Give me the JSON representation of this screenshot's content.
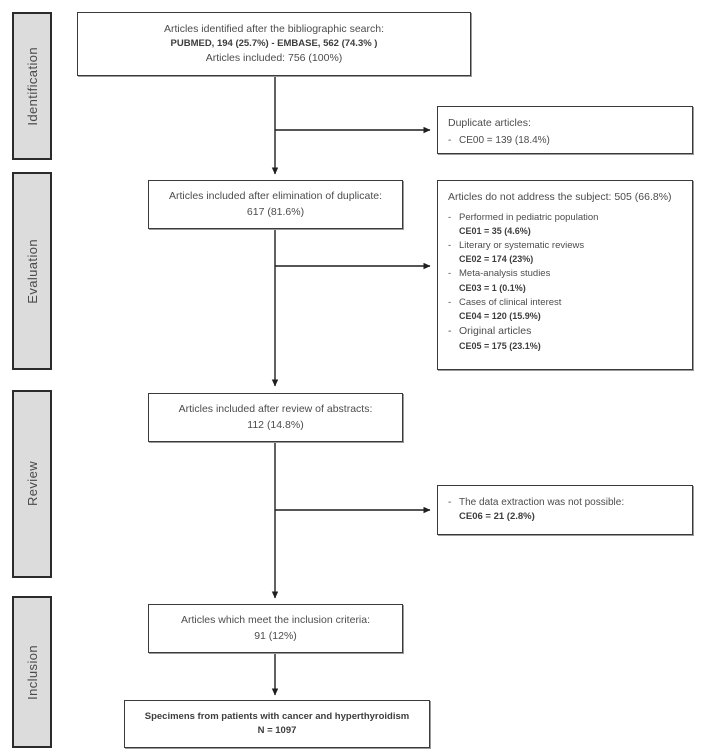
{
  "diagram": {
    "title": "PRISMA study selection flow diagram",
    "stages": [
      {
        "id": "identification",
        "label": "Identification"
      },
      {
        "id": "evaluation",
        "label": "Evaluation"
      },
      {
        "id": "review",
        "label": "Review"
      },
      {
        "id": "inclusion",
        "label": "Inclusion"
      }
    ],
    "boxes": {
      "identified": {
        "lines": [
          "Articles identified after the bibliographic search:",
          "PUBMED, 194 (25.7%) - EMBASE, 562 (74.3% )",
          "Articles included: 756 (100%)"
        ]
      },
      "duplicates": {
        "heading": "Duplicate articles:",
        "items": [
          {
            "dash": "-",
            "text": "CE00 = 139 (18.4%)"
          }
        ]
      },
      "after_duplicates": {
        "lines": [
          "Articles included after elimination of duplicate:",
          "617 (81.6%)"
        ]
      },
      "not_address_subject": {
        "heading": "Articles do not address the subject: 505 (66.8%)",
        "reasons": [
          {
            "dash": "-",
            "title": "Performed in pediatric population",
            "code": "CE01 = 35 (4.6%)"
          },
          {
            "dash": "-",
            "title": "Literary or systematic reviews",
            "code": "CE02 = 174 (23%)"
          },
          {
            "dash": "-",
            "title": "Meta-analysis studies",
            "code": "CE03 = 1 (0.1%)"
          },
          {
            "dash": "-",
            "title": "Cases of clinical interest",
            "code": "CE04 = 120 (15.9%)"
          },
          {
            "dash": "-",
            "title": "Original articles",
            "code": "CE05 = 175 (23.1%)"
          }
        ]
      },
      "after_abstracts": {
        "lines": [
          "Articles included after review of abstracts:",
          "112 (14.8%)"
        ]
      },
      "no_extraction": {
        "bullet": "The data extraction was not possible:",
        "dash": "-",
        "code": "CE06 = 21 (2.8%)"
      },
      "inclusion_criteria": {
        "lines": [
          "Articles which meet the inclusion criteria:",
          "91 (12%)"
        ]
      },
      "specimens": {
        "lines": [
          "Specimens from patients with cancer and hyperthyroidism",
          "N = 1097"
        ]
      }
    },
    "colors": {
      "stage_fill": "#dcdcdc",
      "stage_border": "#2b2b2b",
      "box_border": "#3a3a3a",
      "text": "#4c4c4c",
      "connector": "#1f1f1f"
    }
  }
}
